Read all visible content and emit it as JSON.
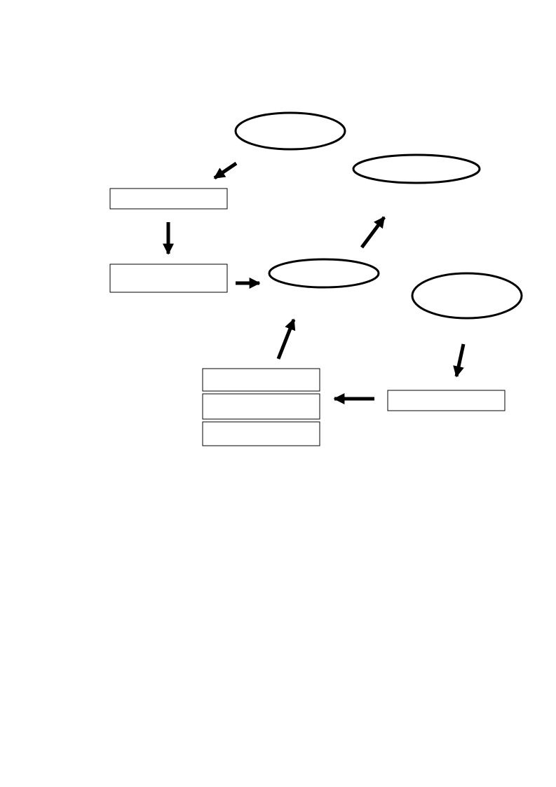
{
  "diagram": {
    "background": "#ffffff",
    "stroke_color": "#000000",
    "nodes": [
      {
        "id": "top-ellipse",
        "shape": "ellipse",
        "label": ""
      },
      {
        "id": "right-top-ellipse",
        "shape": "ellipse",
        "label": ""
      },
      {
        "id": "left-upper-box",
        "shape": "rectangle",
        "label": ""
      },
      {
        "id": "left-lower-box",
        "shape": "rectangle",
        "label": ""
      },
      {
        "id": "center-ellipse",
        "shape": "ellipse",
        "label": ""
      },
      {
        "id": "right-ellipse",
        "shape": "ellipse",
        "label": ""
      },
      {
        "id": "bottom-box-1",
        "shape": "rectangle",
        "label": ""
      },
      {
        "id": "bottom-box-2",
        "shape": "rectangle",
        "label": ""
      },
      {
        "id": "bottom-box-3",
        "shape": "rectangle",
        "label": ""
      },
      {
        "id": "right-box",
        "shape": "rectangle",
        "label": ""
      }
    ],
    "edges": [
      {
        "from": "top-ellipse",
        "to": "left-upper-box"
      },
      {
        "from": "left-upper-box",
        "to": "left-lower-box"
      },
      {
        "from": "left-lower-box",
        "to": "center-ellipse"
      },
      {
        "from": "center-ellipse",
        "to": "right-top-ellipse"
      },
      {
        "from": "bottom-box-1",
        "to": "center-ellipse"
      },
      {
        "from": "right-ellipse",
        "to": "right-box"
      },
      {
        "from": "right-box",
        "to": "bottom-box-2"
      }
    ]
  }
}
